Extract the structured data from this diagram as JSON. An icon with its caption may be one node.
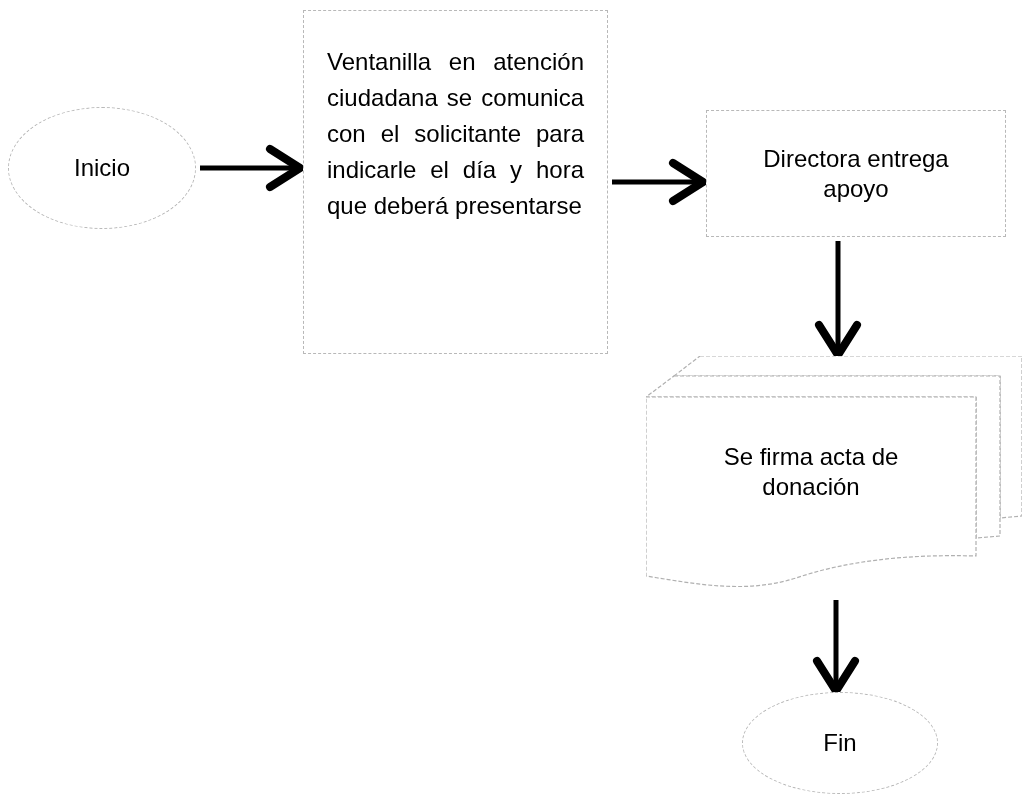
{
  "diagram": {
    "nodes": [
      {
        "text": [
          "Inicio"
        ]
      },
      {
        "text": [
          "Ventanilla en atención ciudadana se comunica con el solicitante para indicarle el día y hora que deberá presentarse"
        ]
      },
      {
        "text": [
          "Directora entrega apoyo"
        ]
      },
      {
        "text": [
          "Se firma acta de donación"
        ]
      },
      {
        "text": [
          "Fin"
        ]
      }
    ],
    "edges": [
      {
        "from": 0,
        "to": 1,
        "arrow": "to"
      },
      {
        "from": 1,
        "to": 2,
        "arrow": "to"
      },
      {
        "from": 2,
        "to": 3,
        "arrow": "to"
      },
      {
        "from": 3,
        "to": 4,
        "arrow": "to"
      }
    ]
  }
}
